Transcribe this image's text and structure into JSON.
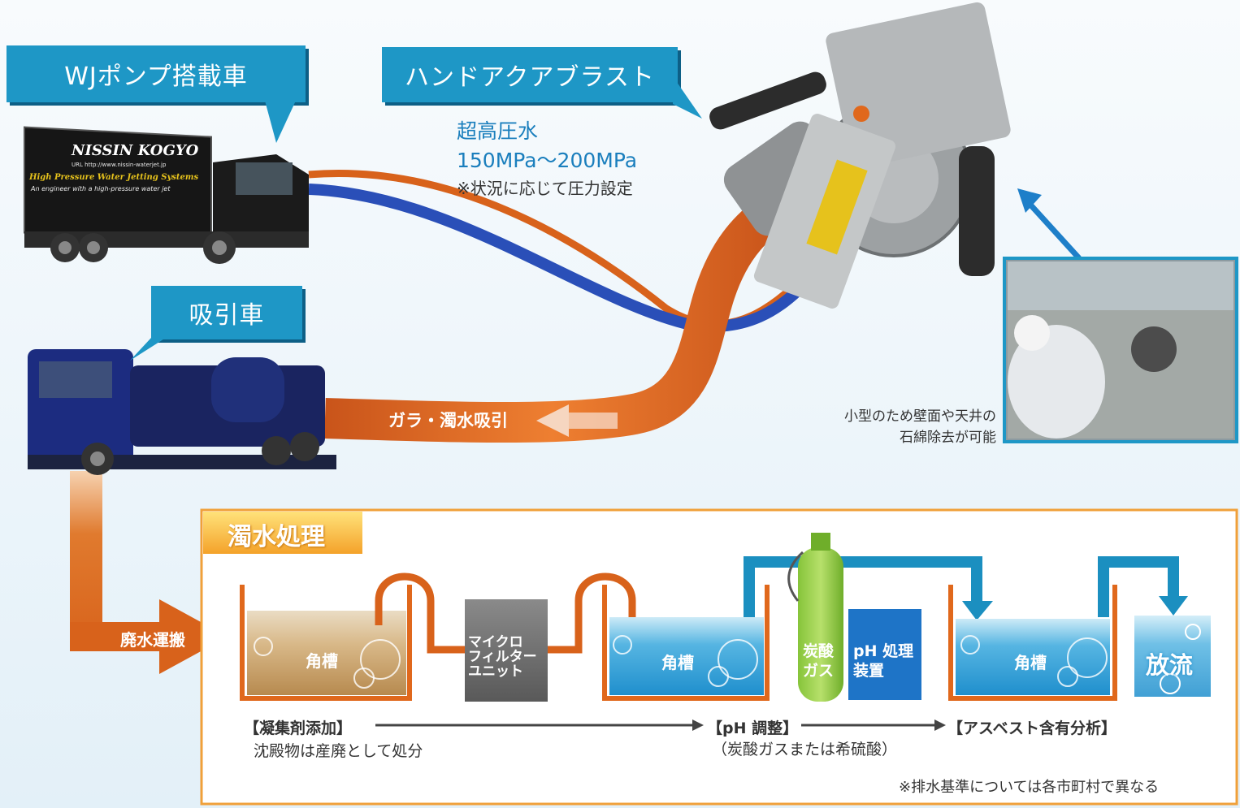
{
  "callouts": {
    "wj_truck": "WJポンプ搭載車",
    "hand_blast": "ハンドアクアブラスト",
    "suction_truck": "吸引車"
  },
  "truck_wj": {
    "brand": "NISSIN KOGYO",
    "line1": "URL http://www.nissin-waterjet.jp",
    "line2": "High Pressure Water Jetting Systems",
    "line3": "An engineer with a high-pressure water jet"
  },
  "pressure": {
    "title": "超高圧水",
    "range": "150MPa〜200MPa",
    "note": "※状況に応じて圧力設定"
  },
  "hose": {
    "suction_label": "ガラ・濁水吸引"
  },
  "photo_caption": {
    "line1": "小型のため壁面や天井の",
    "line2": "石綿除去が可能"
  },
  "treatment": {
    "title": "濁水処理",
    "transport": "廃水運搬",
    "tank1": "角槽",
    "filter": [
      "マイクロ",
      "フィルター",
      "ユニット"
    ],
    "tank2": "角槽",
    "co2": [
      "炭酸",
      "ガス"
    ],
    "ph_device": [
      "pH 処理",
      "装置"
    ],
    "tank3": "角槽",
    "discharge": "放流",
    "step1_title": "【凝集剤添加】",
    "step1_note": "沈殿物は産廃として処分",
    "step2_title": "【pH 調整】",
    "step2_note": "（炭酸ガスまたは希硫酸）",
    "step3_title": "【アスベスト含有分析】",
    "footnote": "※排水基準については各市町村で異なる"
  },
  "colors": {
    "accent_blue": "#1e97c6",
    "hose_orange": "#e0681c",
    "hose_blue": "#2a4fb8",
    "frame_orange": "#f0a03a"
  }
}
